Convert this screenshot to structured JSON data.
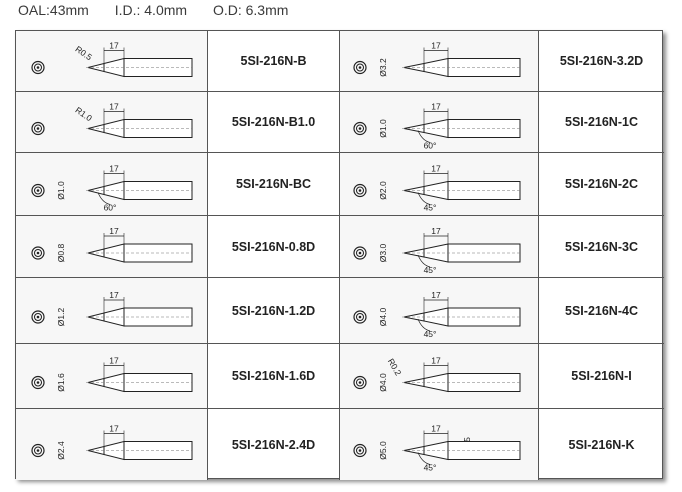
{
  "specs": {
    "oal": "OAL:43mm",
    "id": "I.D.: 4.0mm",
    "od": "O.D: 6.3mm"
  },
  "rows": [
    {
      "left": {
        "code": "5SI-216N-B",
        "dim": "17",
        "tip_label": "R0.5",
        "angle": ""
      },
      "right": {
        "code": "5SI-216N-3.2D",
        "dim": "17",
        "tip_label": "Ø3.2",
        "angle": ""
      }
    },
    {
      "left": {
        "code": "5SI-216N-B1.0",
        "dim": "17",
        "tip_label": "R1.0",
        "angle": ""
      },
      "right": {
        "code": "5SI-216N-1C",
        "dim": "17",
        "tip_label": "Ø1.0",
        "angle": "60°"
      }
    },
    {
      "left": {
        "code": "5SI-216N-BC",
        "dim": "17",
        "tip_label": "Ø1.0",
        "angle": "60°"
      },
      "right": {
        "code": "5SI-216N-2C",
        "dim": "17",
        "tip_label": "Ø2.0",
        "angle": "45°"
      }
    },
    {
      "left": {
        "code": "5SI-216N-0.8D",
        "dim": "17",
        "tip_label": "Ø0.8",
        "angle": ""
      },
      "right": {
        "code": "5SI-216N-3C",
        "dim": "17",
        "tip_label": "Ø3.0",
        "angle": "45°"
      }
    },
    {
      "left": {
        "code": "5SI-216N-1.2D",
        "dim": "17",
        "tip_label": "Ø1.2",
        "angle": ""
      },
      "right": {
        "code": "5SI-216N-4C",
        "dim": "17",
        "tip_label": "Ø4.0",
        "angle": "45°"
      }
    },
    {
      "left": {
        "code": "5SI-216N-1.6D",
        "dim": "17",
        "tip_label": "Ø1.6",
        "angle": ""
      },
      "right": {
        "code": "5SI-216N-I",
        "dim": "17",
        "tip_label": "Ø4.0",
        "tip_label2": "R0.2",
        "angle": ""
      }
    },
    {
      "left": {
        "code": "5SI-216N-2.4D",
        "dim": "17",
        "tip_label": "Ø2.4",
        "angle": ""
      },
      "right": {
        "code": "5SI-216N-K",
        "dim": "17",
        "tip_label": "Ø5.0",
        "side_label": "5",
        "angle": "45°"
      }
    }
  ]
}
